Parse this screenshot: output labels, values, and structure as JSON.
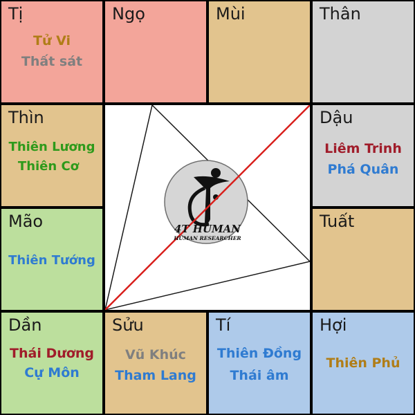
{
  "colors": {
    "border": "#000000",
    "pink": "#f3a59a",
    "tan": "#e2c48e",
    "gray": "#d3d3d3",
    "green": "#bcdf9d",
    "blue": "#aecaea",
    "center_bg": "#ffffff",
    "diagonal": "#d9201d"
  },
  "cells": {
    "ti_top": {
      "title": "Tị",
      "stars": [
        {
          "name": "Tử Vi",
          "color": "#b07d17"
        },
        {
          "name": "Thất sát",
          "color": "#7f7f7f"
        }
      ]
    },
    "ngo": {
      "title": "Ngọ",
      "stars": []
    },
    "mui": {
      "title": "Mùi",
      "stars": []
    },
    "than": {
      "title": "Thân",
      "stars": []
    },
    "thin": {
      "title": "Thìn",
      "stars": [
        {
          "name": "Thiên Lương",
          "color": "#2e9a1b"
        },
        {
          "name": "Thiên Cơ",
          "color": "#2e9a1b"
        }
      ]
    },
    "dau": {
      "title": "Dậu",
      "stars": [
        {
          "name": "Liêm Trinh",
          "color": "#a01c2a"
        },
        {
          "name": "Phá Quân",
          "color": "#2f7bd1"
        }
      ]
    },
    "mao": {
      "title": "Mão",
      "stars": [
        {
          "name": "Thiên Tướng",
          "color": "#2f7bd1"
        }
      ]
    },
    "tuat": {
      "title": "Tuất",
      "stars": []
    },
    "dan": {
      "title": "Dần",
      "stars": [
        {
          "name": "Thái Dương",
          "color": "#a01c2a"
        },
        {
          "name": "Cự Môn",
          "color": "#2f7bd1"
        }
      ]
    },
    "suu": {
      "title": "Sửu",
      "stars": [
        {
          "name": "Vũ Khúc",
          "color": "#7f7f7f"
        },
        {
          "name": "Tham Lang",
          "color": "#2f7bd1"
        }
      ]
    },
    "ti_bottom": {
      "title": "Tí",
      "stars": [
        {
          "name": "Thiên Đồng",
          "color": "#2f7bd1"
        },
        {
          "name": "Thái âm",
          "color": "#2f7bd1"
        }
      ]
    },
    "hoi": {
      "title": "Hợi",
      "stars": [
        {
          "name": "Thiên Phủ",
          "color": "#b07d17"
        }
      ]
    }
  },
  "logo": {
    "brand": "4T HUMAN",
    "tagline": "HUMAN RESEARCHER"
  }
}
